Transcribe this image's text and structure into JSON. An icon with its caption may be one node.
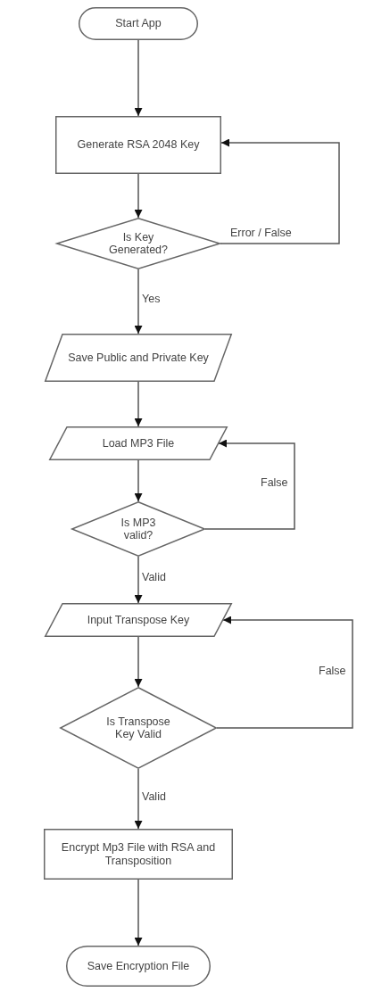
{
  "diagram": {
    "nodes": [
      {
        "text": [
          "Start App"
        ]
      },
      {
        "text": [
          "Generate RSA 2048 Key"
        ]
      },
      {
        "text": [
          "Is Key Generated?"
        ]
      },
      {
        "text": [
          "Save Public and Private Key"
        ]
      },
      {
        "text": [
          "Load MP3 File"
        ]
      },
      {
        "text": [
          "Is MP3 valid?"
        ]
      },
      {
        "text": [
          "Input Transpose Key"
        ]
      },
      {
        "text": [
          "Is Transpose Key Valid"
        ]
      },
      {
        "text": [
          "Encrypt Mp3 File with RSA and Transposition"
        ]
      },
      {
        "text": [
          "Save Encryption File"
        ]
      }
    ],
    "edges": [
      {
        "from": 0,
        "to": 1,
        "arrow": "to"
      },
      {
        "from": 1,
        "to": 2,
        "arrow": "to"
      },
      {
        "from": 2,
        "to": 1,
        "arrow": "to",
        "label": "Error / False"
      },
      {
        "from": 2,
        "to": 3,
        "arrow": "to",
        "label": "Yes"
      },
      {
        "from": 3,
        "to": 4,
        "arrow": "to"
      },
      {
        "from": 4,
        "to": 5,
        "arrow": "to"
      },
      {
        "from": 5,
        "to": 4,
        "arrow": "to",
        "label": "False"
      },
      {
        "from": 5,
        "to": 6,
        "arrow": "to",
        "label": "Valid"
      },
      {
        "from": 6,
        "to": 7,
        "arrow": "to"
      },
      {
        "from": 7,
        "to": 6,
        "arrow": "to",
        "label": "False"
      },
      {
        "from": 7,
        "to": 8,
        "arrow": "to",
        "label": "Valid"
      },
      {
        "from": 8,
        "to": 9,
        "arrow": "to"
      }
    ]
  }
}
